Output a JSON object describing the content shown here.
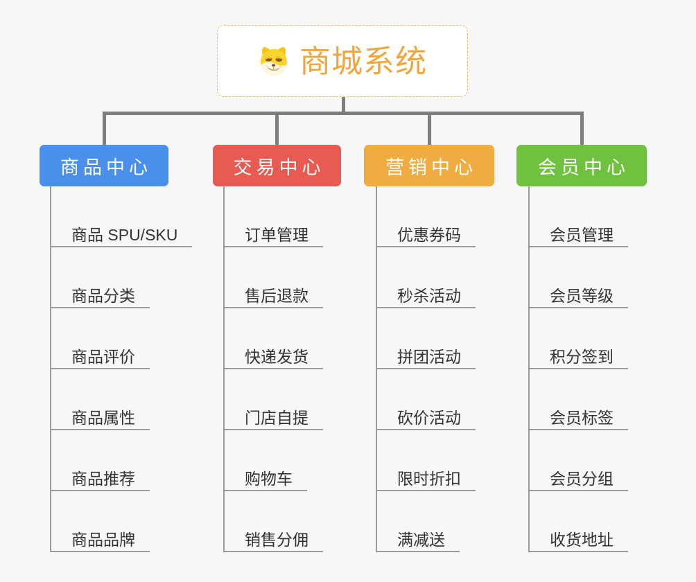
{
  "palette": {
    "background": "#f7f7f7",
    "connector": "#7d7d7d",
    "leaf_line": "#9a9a9a",
    "leaf_text": "#333333",
    "root_accent": "#efa63f",
    "root_border": "#f2b45c",
    "header_text": "#ffffff"
  },
  "root": {
    "title": "商城系统",
    "icon": "doge-icon"
  },
  "branches": [
    {
      "id": "goods",
      "label": "商品中心",
      "color": "#4a8fe9",
      "children": [
        "商品 SPU/SKU",
        "商品分类",
        "商品评价",
        "商品属性",
        "商品推荐",
        "商品品牌"
      ]
    },
    {
      "id": "trade",
      "label": "交易中心",
      "color": "#e75b52",
      "children": [
        "订单管理",
        "售后退款",
        "快递发货",
        "门店自提",
        "购物车",
        "销售分佣"
      ]
    },
    {
      "id": "marketing",
      "label": "营销中心",
      "color": "#efac40",
      "children": [
        "优惠券码",
        "秒杀活动",
        "拼团活动",
        "砍价活动",
        "限时折扣",
        "满减送"
      ]
    },
    {
      "id": "member",
      "label": "会员中心",
      "color": "#70c13f",
      "children": [
        "会员管理",
        "会员等级",
        "积分签到",
        "会员标签",
        "会员分组",
        "收货地址"
      ]
    }
  ]
}
